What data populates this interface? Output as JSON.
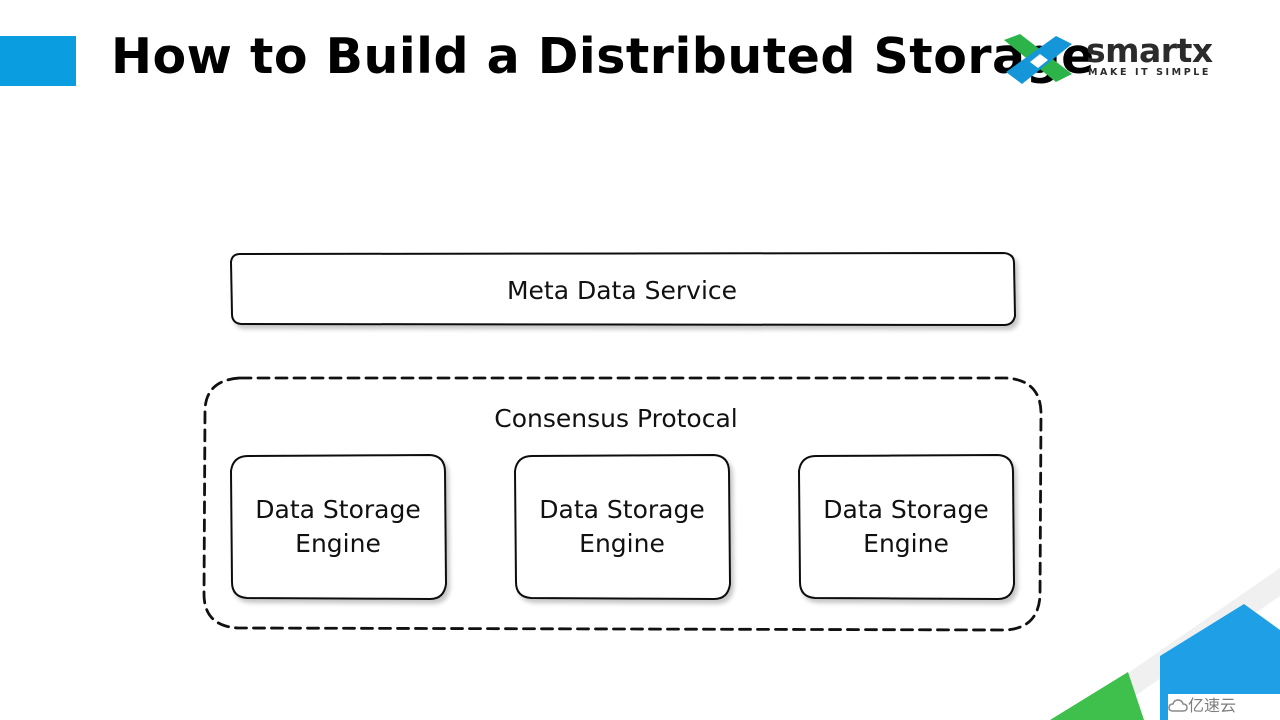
{
  "slide": {
    "title": "How to Build a Distributed Storage"
  },
  "logo": {
    "name": "smartx",
    "tagline": "MAKE IT SIMPLE"
  },
  "diagram": {
    "meta_service_label": "Meta Data Service",
    "consensus_label": "Consensus Protocal",
    "engines": [
      {
        "label": "Data Storage Engine"
      },
      {
        "label": "Data Storage Engine"
      },
      {
        "label": "Data Storage Engine"
      }
    ]
  },
  "watermark": {
    "text": "亿速云"
  },
  "colors": {
    "accent_blue": "#0a9ee0",
    "logo_green": "#2cb34a",
    "logo_blue": "#1496d8",
    "decor_green": "#3fbf4b",
    "decor_blue": "#1f9fe6",
    "decor_gray": "#f0f0f0"
  }
}
